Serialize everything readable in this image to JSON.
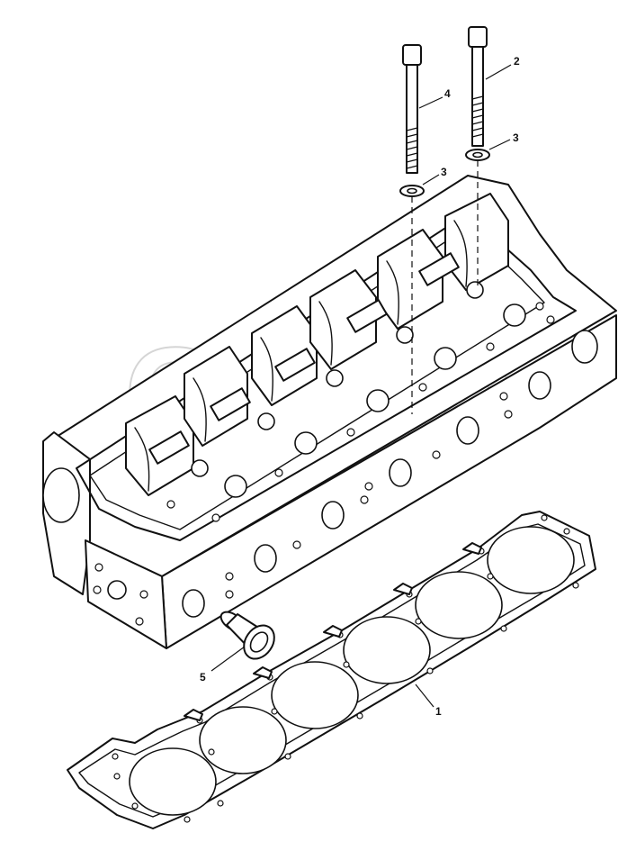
{
  "diagram": {
    "callouts": {
      "gasket": "1",
      "bolt_long": "2",
      "washer_right": "3",
      "washer_left": "3",
      "bolt_short": "4",
      "sleeve": "5"
    },
    "watermark": "CARD"
  }
}
